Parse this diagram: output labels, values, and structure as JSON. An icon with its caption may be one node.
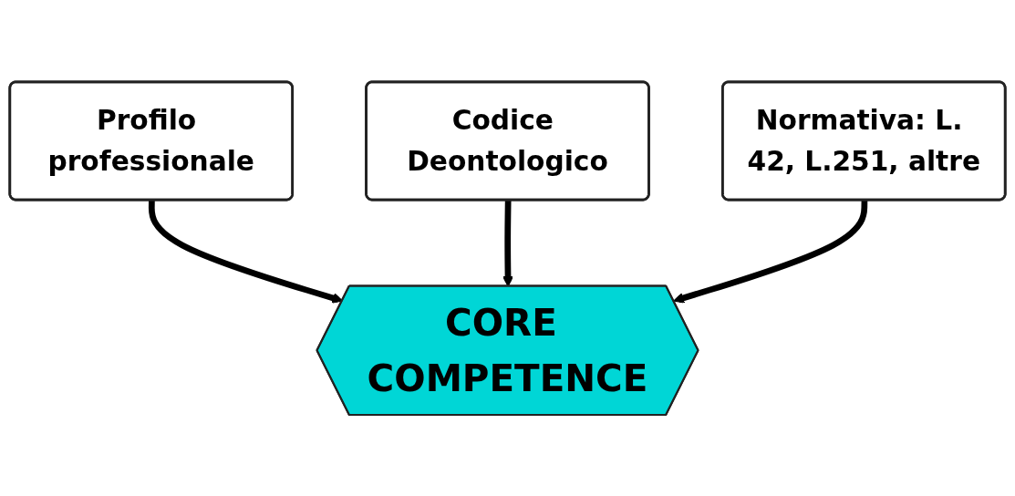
{
  "diagram": {
    "nodes": [
      {
        "text": [
          "Profilo professionale"
        ]
      },
      {
        "text": [
          "Codice Deontologico"
        ]
      },
      {
        "text": [
          "Normativa: L. 42, L.251, altre"
        ]
      },
      {
        "text": [
          "CORE COMPETENCE"
        ]
      }
    ],
    "edges": [
      {
        "from": 0,
        "to": 3,
        "arrow": "to"
      },
      {
        "from": 1,
        "to": 3,
        "arrow": "to"
      },
      {
        "from": 2,
        "to": 3,
        "arrow": "to"
      }
    ]
  }
}
